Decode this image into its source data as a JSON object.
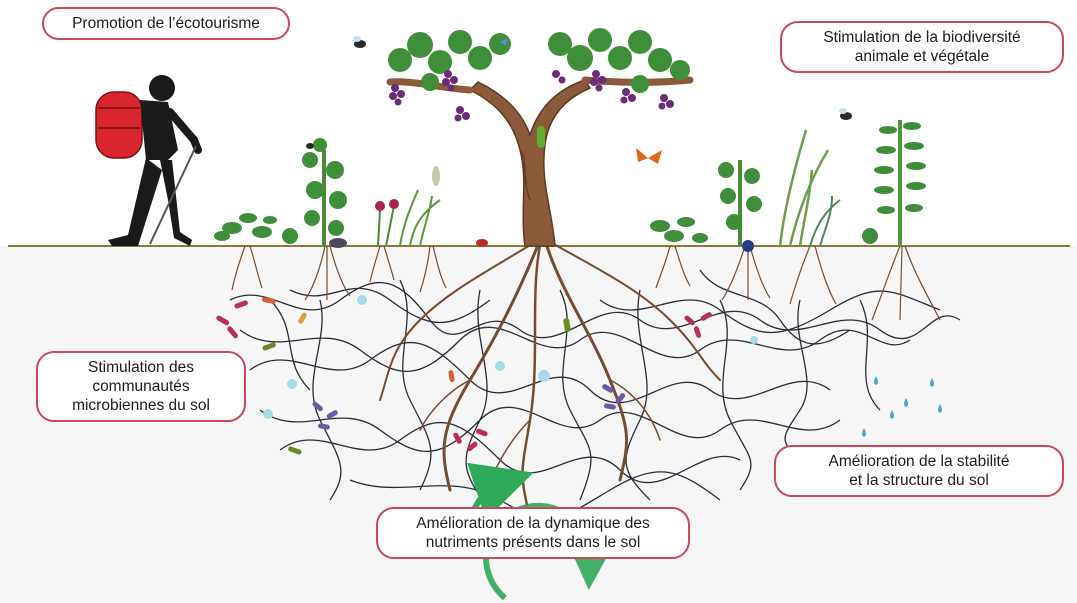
{
  "labels": {
    "ecotourism": "Promotion de l’écotourisme",
    "biodiversity_line1": "Stimulation de la biodiversité",
    "biodiversity_line2": "animale et végétale",
    "microbes_line1": "Stimulation des",
    "microbes_line2": "communautés",
    "microbes_line3": "microbiennes du sol",
    "soil_line1": "Amélioration de la stabilité",
    "soil_line2": "et la structure du sol",
    "nutrients_line1": "Amélioration de la dynamique des",
    "nutrients_line2": "nutriments présents dans le sol"
  },
  "colors": {
    "label_border": "#c9485a",
    "ground_line": "#8a7a3a",
    "soil": "#f6f6f6",
    "roots": "#7a4b2e",
    "hyphae": "#2b2b3a",
    "cycle_arrow": "#2eaa5a",
    "grapes": "#6b2d7a",
    "leaves": "#3f8f3a",
    "backpack": "#d9252f",
    "water_drops": "#4aa8d8"
  },
  "icons": [
    "hiker-icon",
    "grapevine-icon",
    "bee-icon",
    "butterfly-icon",
    "beetle-icon",
    "mouse-icon",
    "caterpillar-icon",
    "water-drop-icon",
    "bacteria-icon",
    "cycle-arrow-icon"
  ]
}
